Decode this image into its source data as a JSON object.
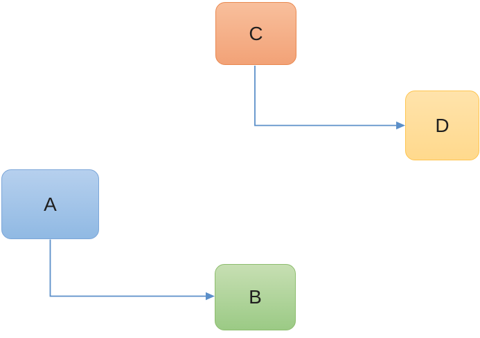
{
  "diagram": {
    "background_color": "#ffffff",
    "connector_color": "#5b8fc9",
    "text_color": "#1f1f1f",
    "nodes": [
      {
        "id": "c",
        "label": "C",
        "fill_top": "#f8bf9c",
        "fill_bottom": "#f2a277",
        "border": "#e9884f"
      },
      {
        "id": "d",
        "label": "D",
        "fill_top": "#ffe3ab",
        "fill_bottom": "#ffd98d",
        "border": "#fec44d"
      },
      {
        "id": "a",
        "label": "A",
        "fill_top": "#b6d0ee",
        "fill_bottom": "#90b9e3",
        "border": "#7aa5d8"
      },
      {
        "id": "b",
        "label": "B",
        "fill_top": "#c7dfb3",
        "fill_bottom": "#9bca85",
        "border": "#8cbc6c"
      }
    ],
    "edges": [
      {
        "from": "C",
        "to": "D",
        "style": "elbow-arrow"
      },
      {
        "from": "A",
        "to": "B",
        "style": "elbow-arrow"
      }
    ]
  }
}
